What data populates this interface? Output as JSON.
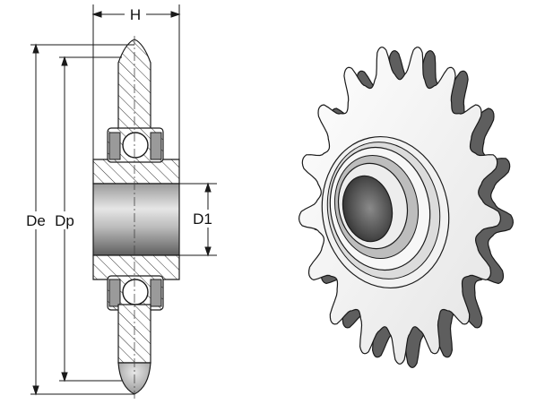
{
  "labels": {
    "width": "H",
    "outer_diameter": "De",
    "pitch_diameter": "Dp",
    "bore_diameter": "D1"
  },
  "colors": {
    "line": "#1a1a1a",
    "hatch": "#333333",
    "steel_light": "#f4f4f4",
    "steel_mid": "#c9c9c9",
    "steel_dark": "#6e6e6e",
    "bore_dark": "#4a4a4a"
  },
  "teeth": 17
}
